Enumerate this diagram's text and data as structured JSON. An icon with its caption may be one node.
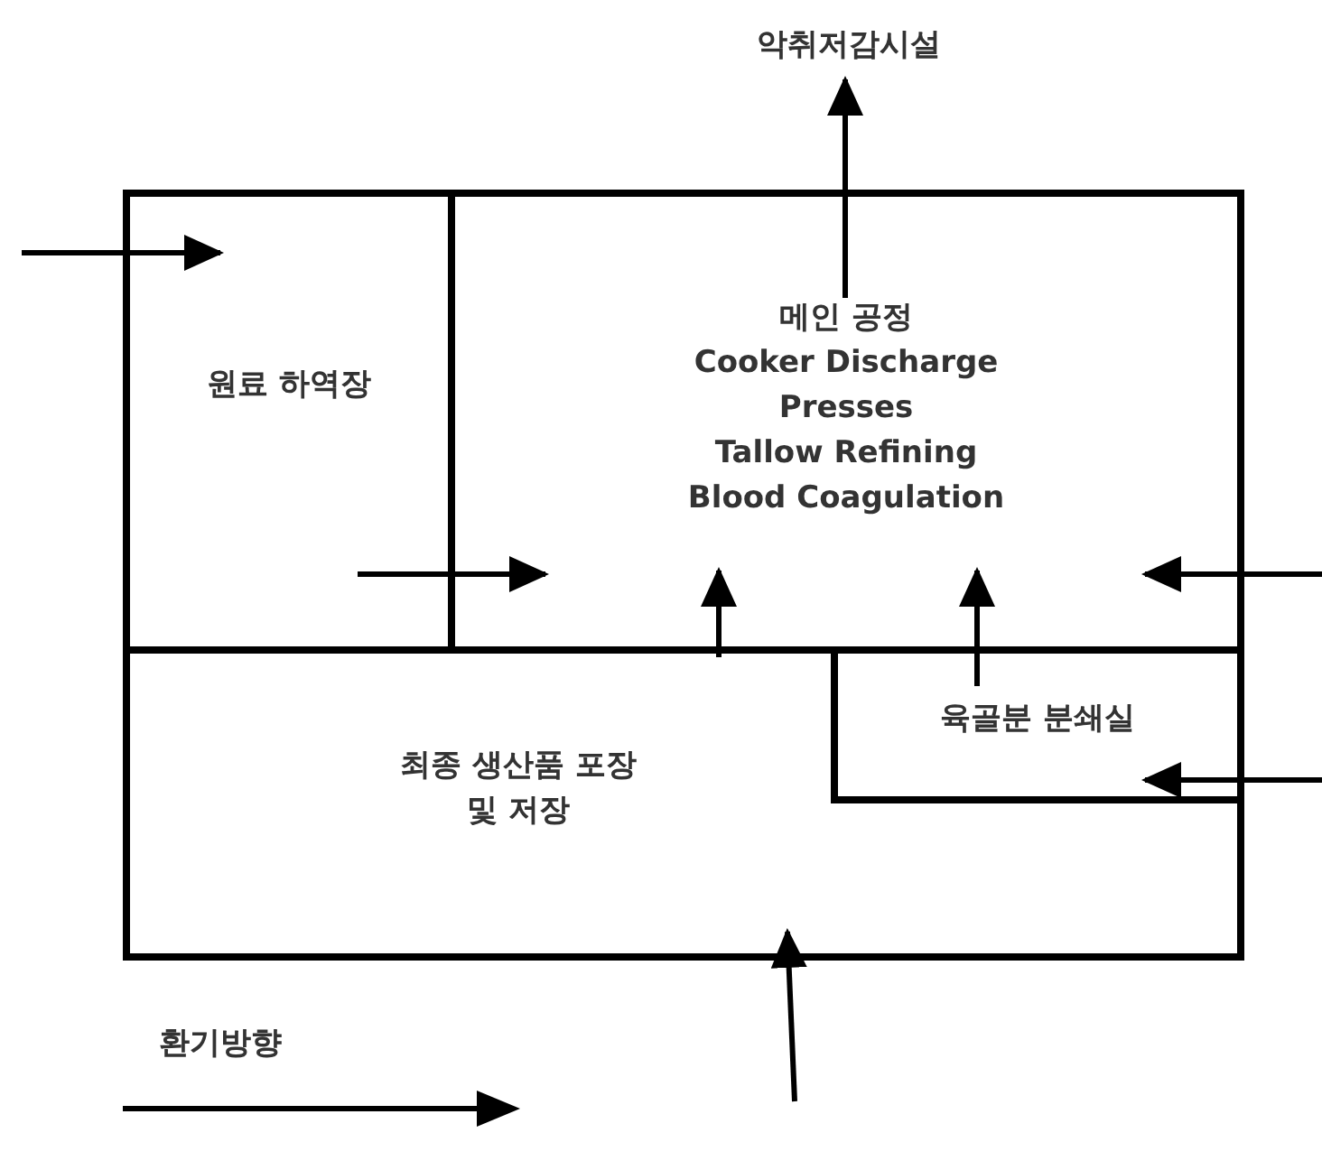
{
  "diagram": {
    "nodes": [
      {
        "text": [
          "악취저감시설"
        ]
      },
      {
        "text": [
          "원료 하역장"
        ]
      },
      {
        "text": [
          "메인 공정",
          "Cooker Discharge",
          "Presses",
          "Tallow Refining",
          "Blood Coagulation"
        ]
      },
      {
        "text": [
          "최종 생산품 포장 및 저장"
        ]
      },
      {
        "text": [
          "육골분 분쇄실"
        ],
        "in": 3
      }
    ],
    "edges": [
      {
        "from": null,
        "to": 1,
        "arrow": "to"
      },
      {
        "from": 1,
        "to": 2,
        "arrow": "to"
      },
      {
        "from": 2,
        "to": 0,
        "arrow": "to"
      },
      {
        "from": 3,
        "to": 2,
        "arrow": "to"
      },
      {
        "from": 4,
        "to": 2,
        "arrow": "to"
      },
      {
        "from": null,
        "to": 2,
        "arrow": "to"
      },
      {
        "from": null,
        "to": 4,
        "arrow": "to"
      },
      {
        "from": null,
        "to": 3,
        "arrow": "to"
      }
    ],
    "legend": [
      {
        "text": "환기방향"
      }
    ]
  }
}
